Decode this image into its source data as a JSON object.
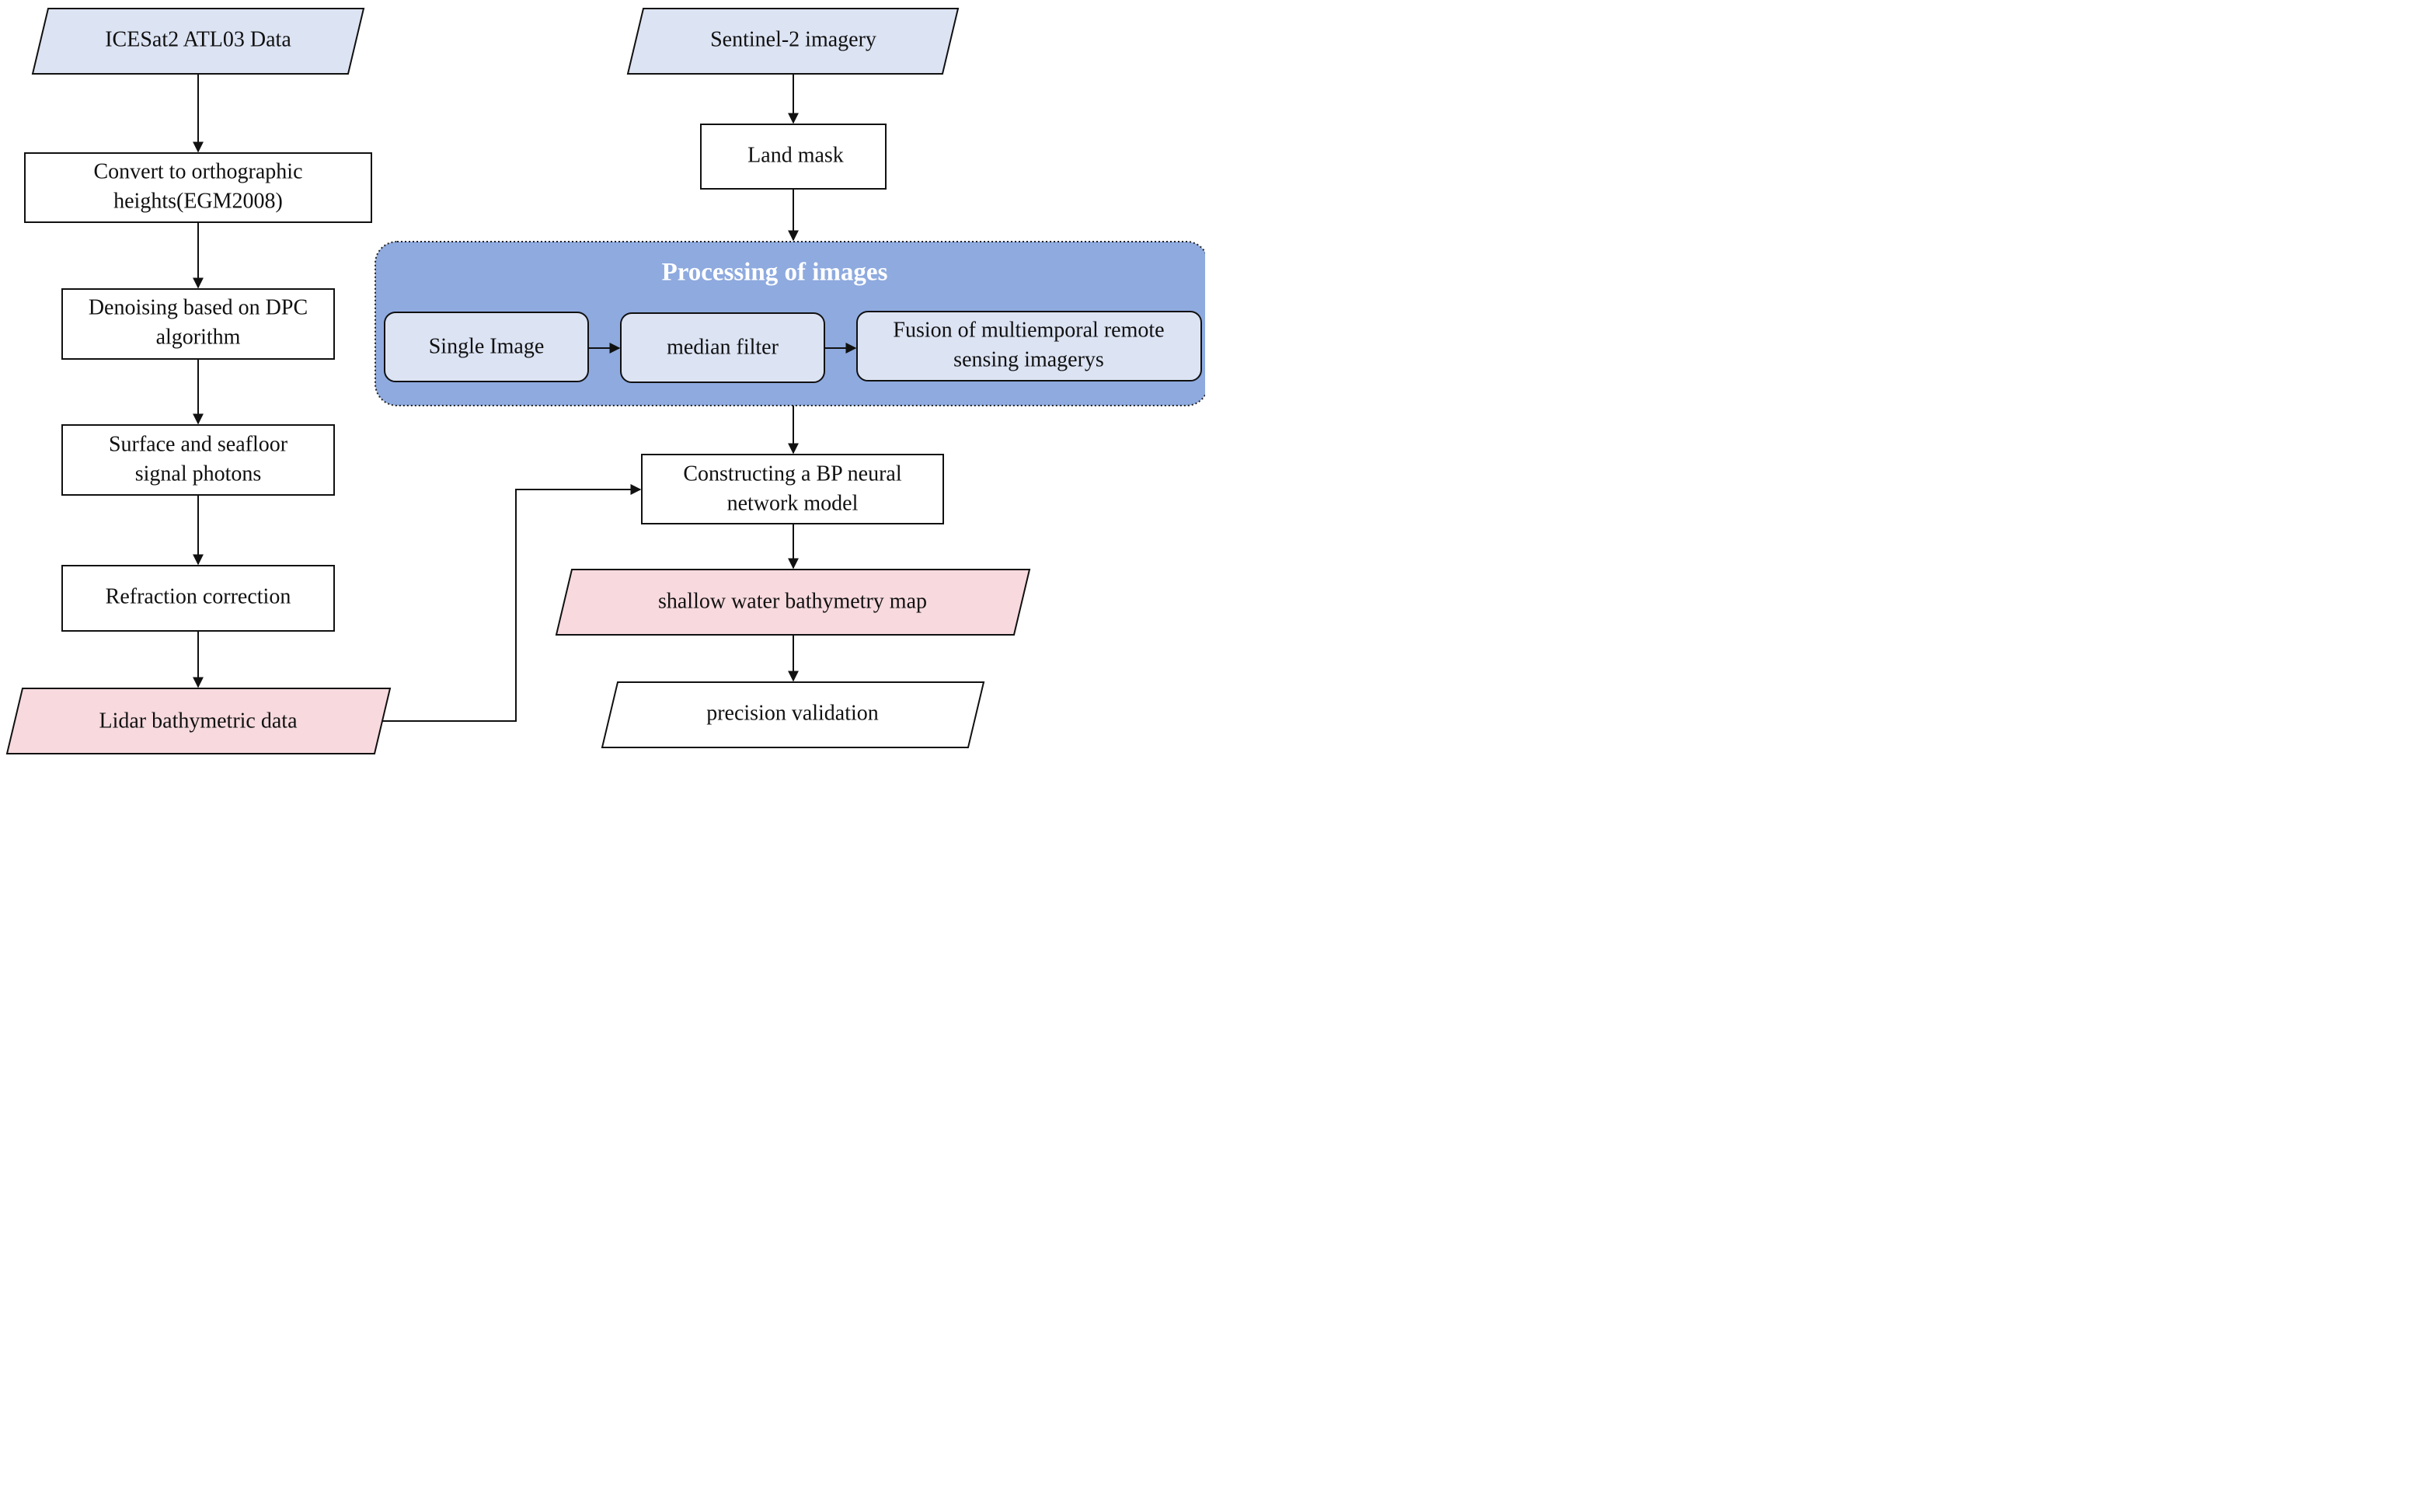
{
  "colors": {
    "input_fill": "#dce3f3",
    "output_fill": "#f7d9de",
    "plain_fill": "#ffffff",
    "group_fill": "#8eaadf",
    "inner_fill": "#dce3f3",
    "stroke": "#111111"
  },
  "left_column": {
    "icesat_data": "ICESat2 ATL03 Data",
    "convert_heights": [
      "Convert to orthographic",
      "heights(EGM2008)"
    ],
    "denoising": [
      "Denoising based on DPC",
      "algorithm"
    ],
    "surface_seafloor": [
      "Surface and seafloor",
      "signal photons"
    ],
    "refraction": "Refraction correction",
    "lidar_output": "Lidar bathymetric data"
  },
  "right_column": {
    "sentinel_imagery": "Sentinel-2 imagery",
    "land_mask": "Land mask",
    "bp_model": [
      "Constructing a BP neural",
      "network model"
    ],
    "bathymetry_map": "shallow water bathymetry map",
    "precision_validation": "precision validation"
  },
  "processing_group": {
    "title": "Processing of images",
    "single_image": "Single Image",
    "median_filter": "median filter",
    "fusion": [
      "Fusion of multiemporal remote",
      "sensing imagerys"
    ]
  }
}
